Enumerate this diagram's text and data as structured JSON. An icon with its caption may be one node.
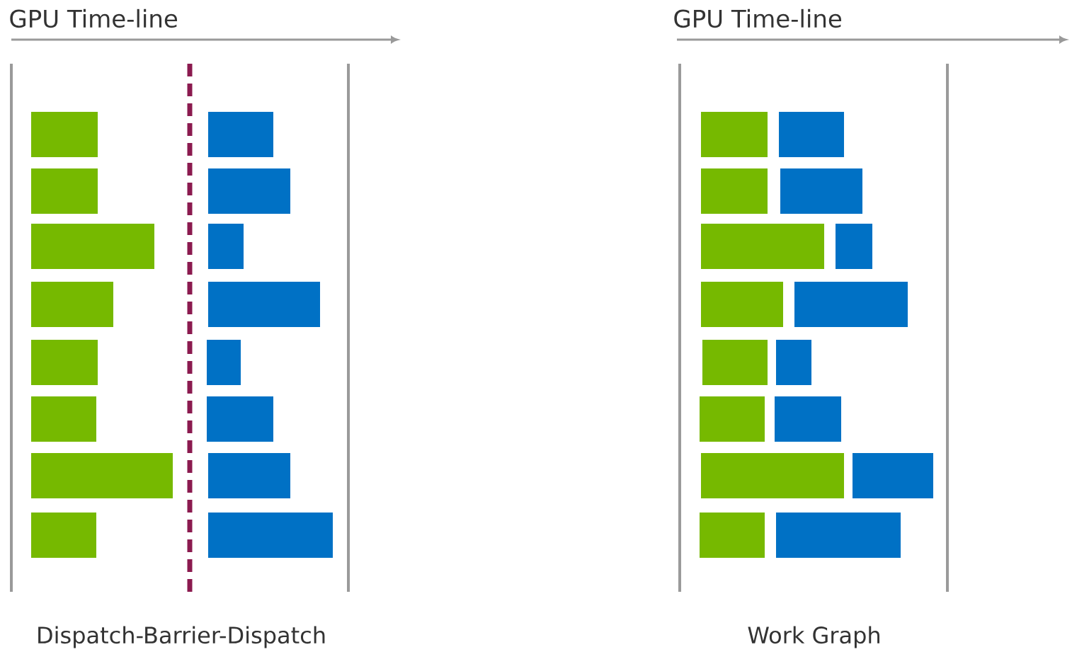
{
  "diagram": {
    "labels": [
      "GPU Time-line",
      "GPU Time-line",
      "Dispatch-Barrier-Dispatch",
      "Work Graph"
    ]
  }
}
